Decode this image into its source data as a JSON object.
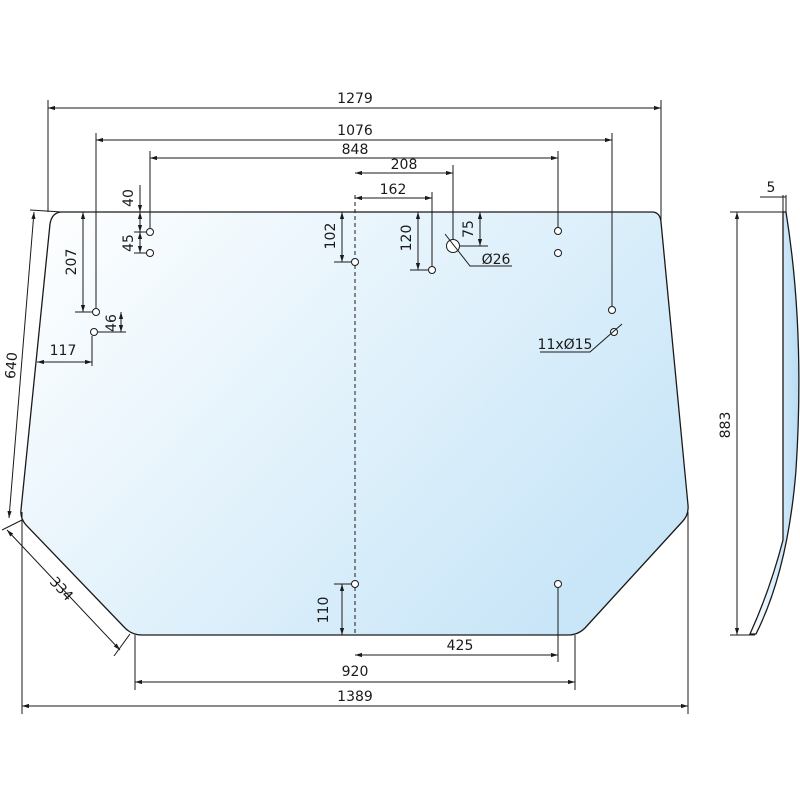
{
  "title": "Glass pane technical drawing",
  "colors": {
    "glass_light": "#ffffff",
    "glass_tint": "#c9e6f8",
    "line": "#1a1a1a"
  },
  "dimensions": {
    "overall_top_width": "1279",
    "outer_holes_width": "1076",
    "inner_holes_width": "848",
    "center_to_large_hole": "208",
    "center_to_hole": "162",
    "top_to_upper_hole": "40",
    "hole_spacing_vertical": "45",
    "top_to_side_hole": "207",
    "side_hole_spacing": "46",
    "edge_to_side_hole": "117",
    "side_edge_length": "640",
    "top_to_center_hole": "102",
    "top_to_hole_120": "120",
    "top_to_large_hole": "75",
    "large_hole_diameter": "Ø26",
    "hole_callout": "11xØ15",
    "chamfer_length": "334",
    "bottom_hole_height": "110",
    "center_to_bottom_hole": "425",
    "bottom_width": "920",
    "overall_bottom_width": "1389",
    "height": "883",
    "curvature": "5"
  }
}
